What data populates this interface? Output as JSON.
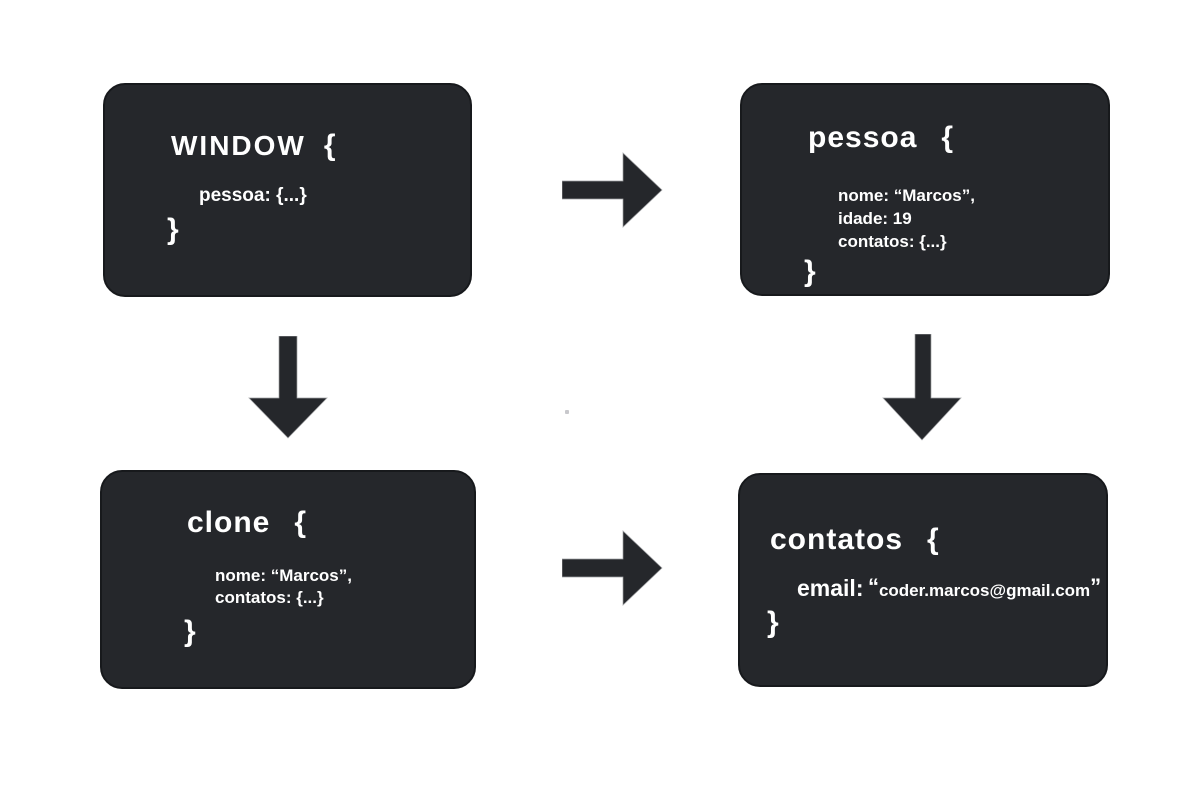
{
  "diagram": {
    "background_color": "#ffffff",
    "node_fill_color": "#25272b",
    "node_border_color": "#17191c",
    "text_color": "#ffffff",
    "arrow_color": "#25272b"
  },
  "nodes": {
    "window": {
      "title": "WINDOW",
      "open_brace": "{",
      "lines": [
        "pessoa: {...}"
      ],
      "close_brace": "}"
    },
    "pessoa": {
      "title": "pessoa",
      "open_brace": "{",
      "lines": [
        "nome: “Marcos”,",
        "idade: 19",
        "contatos: {...}"
      ],
      "close_brace": "}"
    },
    "clone": {
      "title": "clone",
      "open_brace": "{",
      "lines": [
        "nome: “Marcos”,",
        "contatos: {...}"
      ],
      "close_brace": "}"
    },
    "contatos": {
      "title": "contatos",
      "open_brace": "{",
      "email_key": "email",
      "email_colon": ":",
      "open_quote": "“",
      "email_value": "coder.marcos@gmail.com",
      "close_quote": "”",
      "close_brace": "}"
    }
  },
  "arrows": [
    {
      "direction": "right",
      "from": "window",
      "to": "pessoa"
    },
    {
      "direction": "down",
      "from": "window",
      "to": "clone"
    },
    {
      "direction": "down",
      "from": "pessoa",
      "to": "contatos"
    },
    {
      "direction": "right",
      "from": "clone",
      "to": "contatos"
    }
  ]
}
